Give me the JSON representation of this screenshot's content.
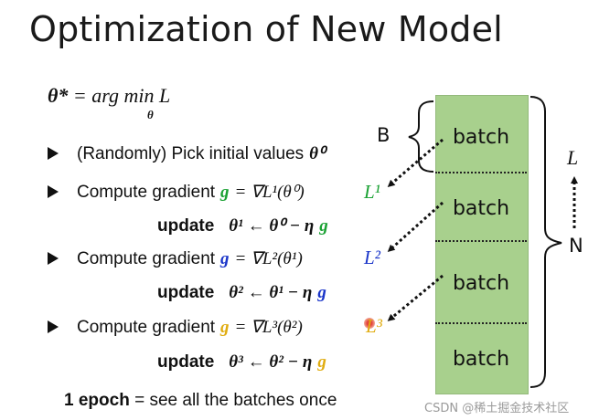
{
  "title": "Optimization of New Model",
  "formula": {
    "theta_star": "θ*",
    "equals": "=",
    "argmin": "arg min",
    "min_sub": "θ",
    "loss": "L"
  },
  "bullets": [
    {
      "text": "(Randomly) Pick initial values",
      "math": "θ⁰"
    },
    {
      "text": "Compute gradient",
      "g": "g",
      "rhs": "= ∇L¹(θ⁰)",
      "side_label": "L¹",
      "color": "#1aa133"
    },
    {
      "text": "Compute gradient",
      "g": "g",
      "rhs": "= ∇L²(θ¹)",
      "side_label": "L²",
      "color": "#1a35c9"
    },
    {
      "text": "Compute gradient",
      "g": "g",
      "rhs": "= ∇L³(θ²)",
      "side_label": "L³",
      "color": "#e0ac10"
    }
  ],
  "updates": [
    {
      "label": "update",
      "expr": "θ¹ ← θ⁰ − η",
      "g": "g"
    },
    {
      "label": "update",
      "expr": "θ² ← θ¹ − η",
      "g": "g"
    },
    {
      "label": "update",
      "expr": "θ³ ← θ² − η",
      "g": "g"
    }
  ],
  "batches": [
    "batch",
    "batch",
    "batch",
    "batch"
  ],
  "labels": {
    "B": "B",
    "N": "N",
    "L": "L"
  },
  "epoch": {
    "bold": "1 epoch",
    "rest": "= see all the batches once"
  },
  "watermark": "CSDN @稀土掘金技术社区"
}
